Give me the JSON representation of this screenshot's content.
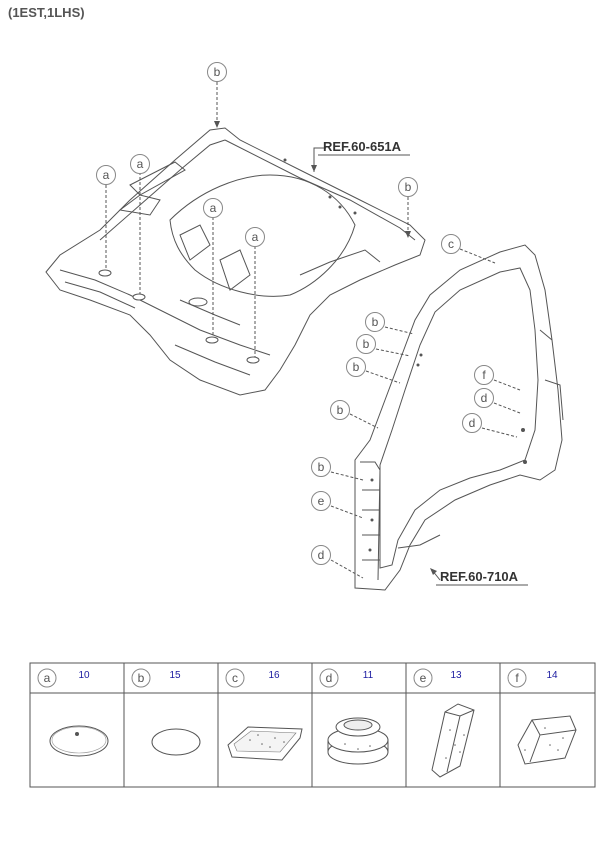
{
  "header": {
    "title": "(1EST,1LHS)"
  },
  "refs": [
    {
      "id": "ref-651",
      "label": "REF.60-651A"
    },
    {
      "id": "ref-710",
      "label": "REF.60-710A"
    }
  ],
  "callouts": {
    "a1": "a",
    "a2": "a",
    "a3": "a",
    "a4": "a",
    "b1": "b",
    "b2": "b",
    "b3": "b",
    "b4": "b",
    "b5": "b",
    "b6": "b",
    "b7": "b",
    "c1": "c",
    "d1": "d",
    "d2": "d",
    "d3": "d",
    "e1": "e",
    "f1": "f"
  },
  "parts_table": [
    {
      "letter": "a",
      "number": "10"
    },
    {
      "letter": "b",
      "number": "15"
    },
    {
      "letter": "c",
      "number": "16"
    },
    {
      "letter": "d",
      "number": "11"
    },
    {
      "letter": "e",
      "number": "13"
    },
    {
      "letter": "f",
      "number": "14"
    }
  ]
}
